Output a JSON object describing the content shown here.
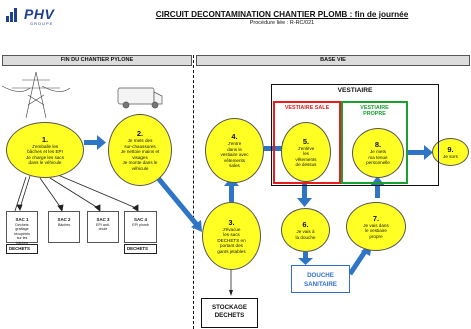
{
  "logo": {
    "text": "PHV",
    "sub": "GROUPE"
  },
  "title": "CIRCUIT DECONTAMINATION CHANTIER PLOMB : fin de journée",
  "subtitle": "Procédure liée : R-RC/021",
  "headers": {
    "left": "FIN DU CHANTIER PYLONE",
    "right": "BASE VIE"
  },
  "steps": [
    {
      "num": "1.",
      "text": "J'emballe les\nbâches et les EPI\nJe charge les sacs\ndans le véhicule"
    },
    {
      "num": "2.",
      "text": "Je mets des\nsur-chaussures\nJe nettoie mains et\nvisages\nJe monte dans le\nvéhicule"
    },
    {
      "num": "3.",
      "text": "J'évacue\nles sacs\nDECHETS en\nportant des\ngants jetables"
    },
    {
      "num": "4.",
      "text": "J'entre\ndans le\nvestiaire avec\nvêtements\nsales"
    },
    {
      "num": "5.",
      "text": "J'enlève\nles\nvêtements\nde dessus"
    },
    {
      "num": "6.",
      "text": "Je vais à\nla douche"
    },
    {
      "num": "7.",
      "text": "Je vais dans\nle vestiaire\npropre"
    },
    {
      "num": "8.",
      "text": "Je mets\nma tenue\npersonnelle"
    },
    {
      "num": "9.",
      "text": "Je sors"
    }
  ],
  "bags": [
    {
      "title": "SAC 1",
      "text": "Déchets\ngrattage\nrécupérés\nsur les\nbâches"
    },
    {
      "title": "SAC 2",
      "text": "Bâches"
    },
    {
      "title": "SAC 3",
      "text": "EPI anti-\nchute"
    },
    {
      "title": "SAC 4",
      "text": "EPI plomb"
    }
  ],
  "dechets_label": "DECHETS",
  "stockage": "STOCKAGE\nDECHETS",
  "vestiaire": {
    "title": "VESTIAIRE",
    "sale": "VESTIAIRE SALE",
    "propre": "VESTIAIRE\nPROPRE"
  },
  "douche": "DOUCHE\nSANITAIRE",
  "colors": {
    "ellipse": "#ffff24",
    "arrow": "#2f75c6",
    "red": "#e81c1c",
    "green": "#18a12f",
    "logo": "#1f3f8f"
  }
}
